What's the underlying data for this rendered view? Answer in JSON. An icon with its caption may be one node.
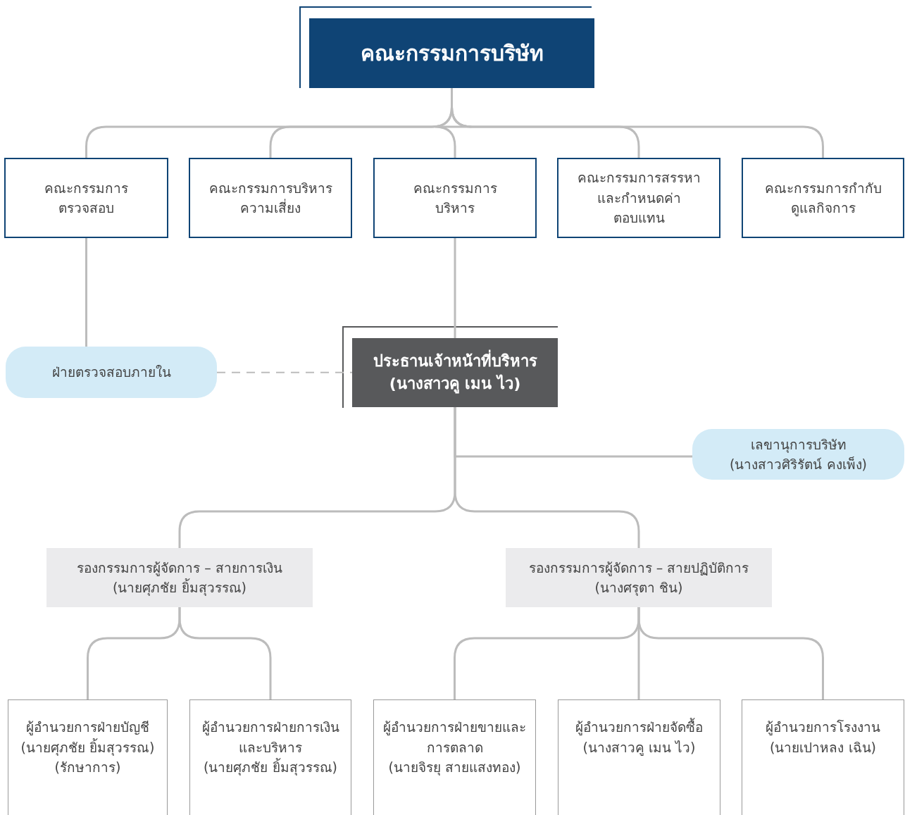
{
  "diagram": {
    "nodes": [
      {
        "text": [
          "คณะกรรมการบริษัท"
        ]
      },
      {
        "text": [
          "คณะกรรมการตรวจสอบ"
        ]
      },
      {
        "text": [
          "คณะกรรมการบริหารความเสี่ยง"
        ]
      },
      {
        "text": [
          "คณะกรรมการบริหาร"
        ]
      },
      {
        "text": [
          "คณะกรรมการสรรหาและกำหนดค่าตอบแทน"
        ]
      },
      {
        "text": [
          "คณะกรรมการกำกับดูแลกิจการ"
        ]
      },
      {
        "text": [
          "ฝ่ายตรวจสอบภายใน"
        ]
      },
      {
        "text": [
          "ประธานเจ้าหน้าที่บริหาร",
          "(นางสาวคู เมน ไว)"
        ]
      },
      {
        "text": [
          "เลขานุการบริษัท",
          "(นางสาวศิริรัตน์ คงเพ็ง)"
        ]
      },
      {
        "text": [
          "รองกรรมการผู้จัดการ – สายการเงิน",
          "(นายศุภชัย ยิ้มสุวรรณ)"
        ]
      },
      {
        "text": [
          "รองกรรมการผู้จัดการ – สายปฏิบัติการ",
          "(นางศรุตา ชิน)"
        ]
      },
      {
        "text": [
          "ผู้อำนวยการฝ่ายบัญชี",
          "(นายศุภชัย ยิ้มสุวรรณ)",
          "(รักษาการ)"
        ]
      },
      {
        "text": [
          "ผู้อำนวยการฝ่ายการเงินและบริหาร",
          "(นายศุภชัย ยิ้มสุวรรณ)"
        ]
      },
      {
        "text": [
          "ผู้อำนวยการฝ่ายขายและการตลาด",
          "(นายจิรยุ สายแสงทอง)"
        ]
      },
      {
        "text": [
          "ผู้อำนวยการฝ่ายจัดซื้อ",
          "(นางสาวคู เมน ไว)"
        ]
      },
      {
        "text": [
          "ผู้อำนวยการโรงงาน",
          "(นายเปาหลง เฉิน)"
        ]
      }
    ],
    "edges": [
      {
        "from": 0,
        "to": 1,
        "arrow": "none"
      },
      {
        "from": 0,
        "to": 2,
        "arrow": "none"
      },
      {
        "from": 0,
        "to": 3,
        "arrow": "none"
      },
      {
        "from": 0,
        "to": 4,
        "arrow": "none"
      },
      {
        "from": 0,
        "to": 5,
        "arrow": "none"
      },
      {
        "from": 1,
        "to": 6,
        "arrow": "none"
      },
      {
        "from": 3,
        "to": 7,
        "arrow": "none"
      },
      {
        "from": 6,
        "to": 7,
        "arrow": "none",
        "style": "dashed"
      },
      {
        "from": 7,
        "to": 8,
        "arrow": "none"
      },
      {
        "from": 7,
        "to": 9,
        "arrow": "none"
      },
      {
        "from": 7,
        "to": 10,
        "arrow": "none"
      },
      {
        "from": 9,
        "to": 11,
        "arrow": "none"
      },
      {
        "from": 9,
        "to": 12,
        "arrow": "none"
      },
      {
        "from": 10,
        "to": 13,
        "arrow": "none"
      },
      {
        "from": 10,
        "to": 14,
        "arrow": "none"
      },
      {
        "from": 10,
        "to": 15,
        "arrow": "none"
      }
    ]
  }
}
